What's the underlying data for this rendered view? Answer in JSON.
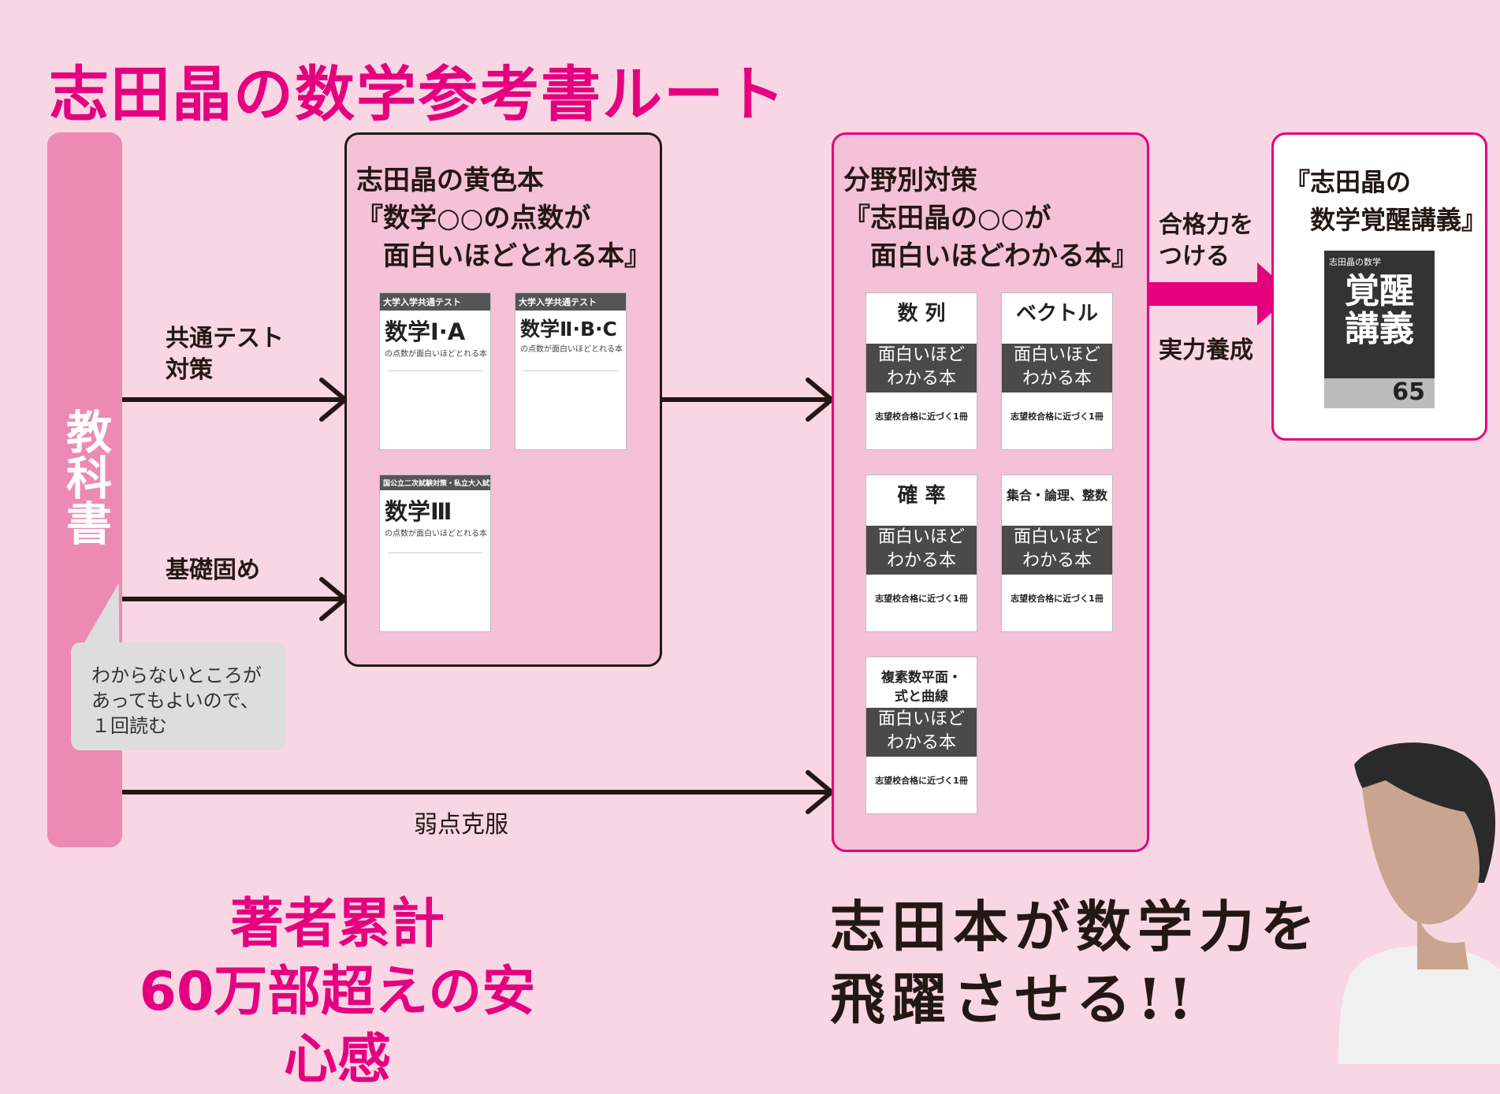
{
  "title": "志田晶の数学参考書ルート",
  "textbook_label": "教科書",
  "routes": {
    "common_test": "共通テスト\n対策",
    "basics": "基礎固め",
    "weakness": "弱点克服",
    "pass_power": "合格力を\nつける",
    "real_power": "実力養成"
  },
  "bubble_note": "わからないところが\nあってもよいので、\n１回読む",
  "box_yellow": {
    "header": "志田晶の黄色本\n『数学○○の点数が\n　面白いほどとれる本』",
    "books": [
      {
        "band": "大学入学共通テスト",
        "title": "数学Ⅰ·A",
        "sub": "の点数が面白いほどとれる本"
      },
      {
        "band": "大学入学共通テスト",
        "title": "数学Ⅱ·B·C",
        "sub": "の点数が面白いほどとれる本"
      },
      {
        "band": "国公立二次試験対策・私立大入試対策",
        "title": "数学Ⅲ",
        "sub": "の点数が面白いほどとれる本"
      }
    ]
  },
  "box_field": {
    "header": "分野別対策\n『志田晶の○○が\n　面白いほどわかる本』",
    "books": [
      {
        "title": "数 列",
        "dark": "面白いほど\nわかる本",
        "foot": "志望校合格に近づく1冊"
      },
      {
        "title": "ベクトル",
        "dark": "面白いほど\nわかる本",
        "foot": "志望校合格に近づく1冊"
      },
      {
        "title": "確 率",
        "dark": "面白いほど\nわかる本",
        "foot": "志望校合格に近づく1冊"
      },
      {
        "title": "集合・論理、整数",
        "dark": "面白いほど\nわかる本",
        "foot": "志望校合格に近づく1冊"
      },
      {
        "title": "複素数平面・\n式と曲線",
        "dark": "面白いほど\nわかる本",
        "foot": "志望校合格に近づく1冊"
      }
    ]
  },
  "box_awakening": {
    "header": "『志田晶の\n　数学覚醒講義』",
    "book_top": "志田晶の数学",
    "book_title": "覚醒\n講義",
    "book_num": "65"
  },
  "bottom_left": "著者累計\n60万部超えの安心感",
  "bottom_right": "志田本が数学力を\n飛躍させる!!",
  "colors": {
    "background": "#f9d6e4",
    "accent": "#e4007f",
    "textbook_bar": "#ec8ab4",
    "box_fill": "#f5c1d6",
    "bubble": "#dddddd"
  }
}
